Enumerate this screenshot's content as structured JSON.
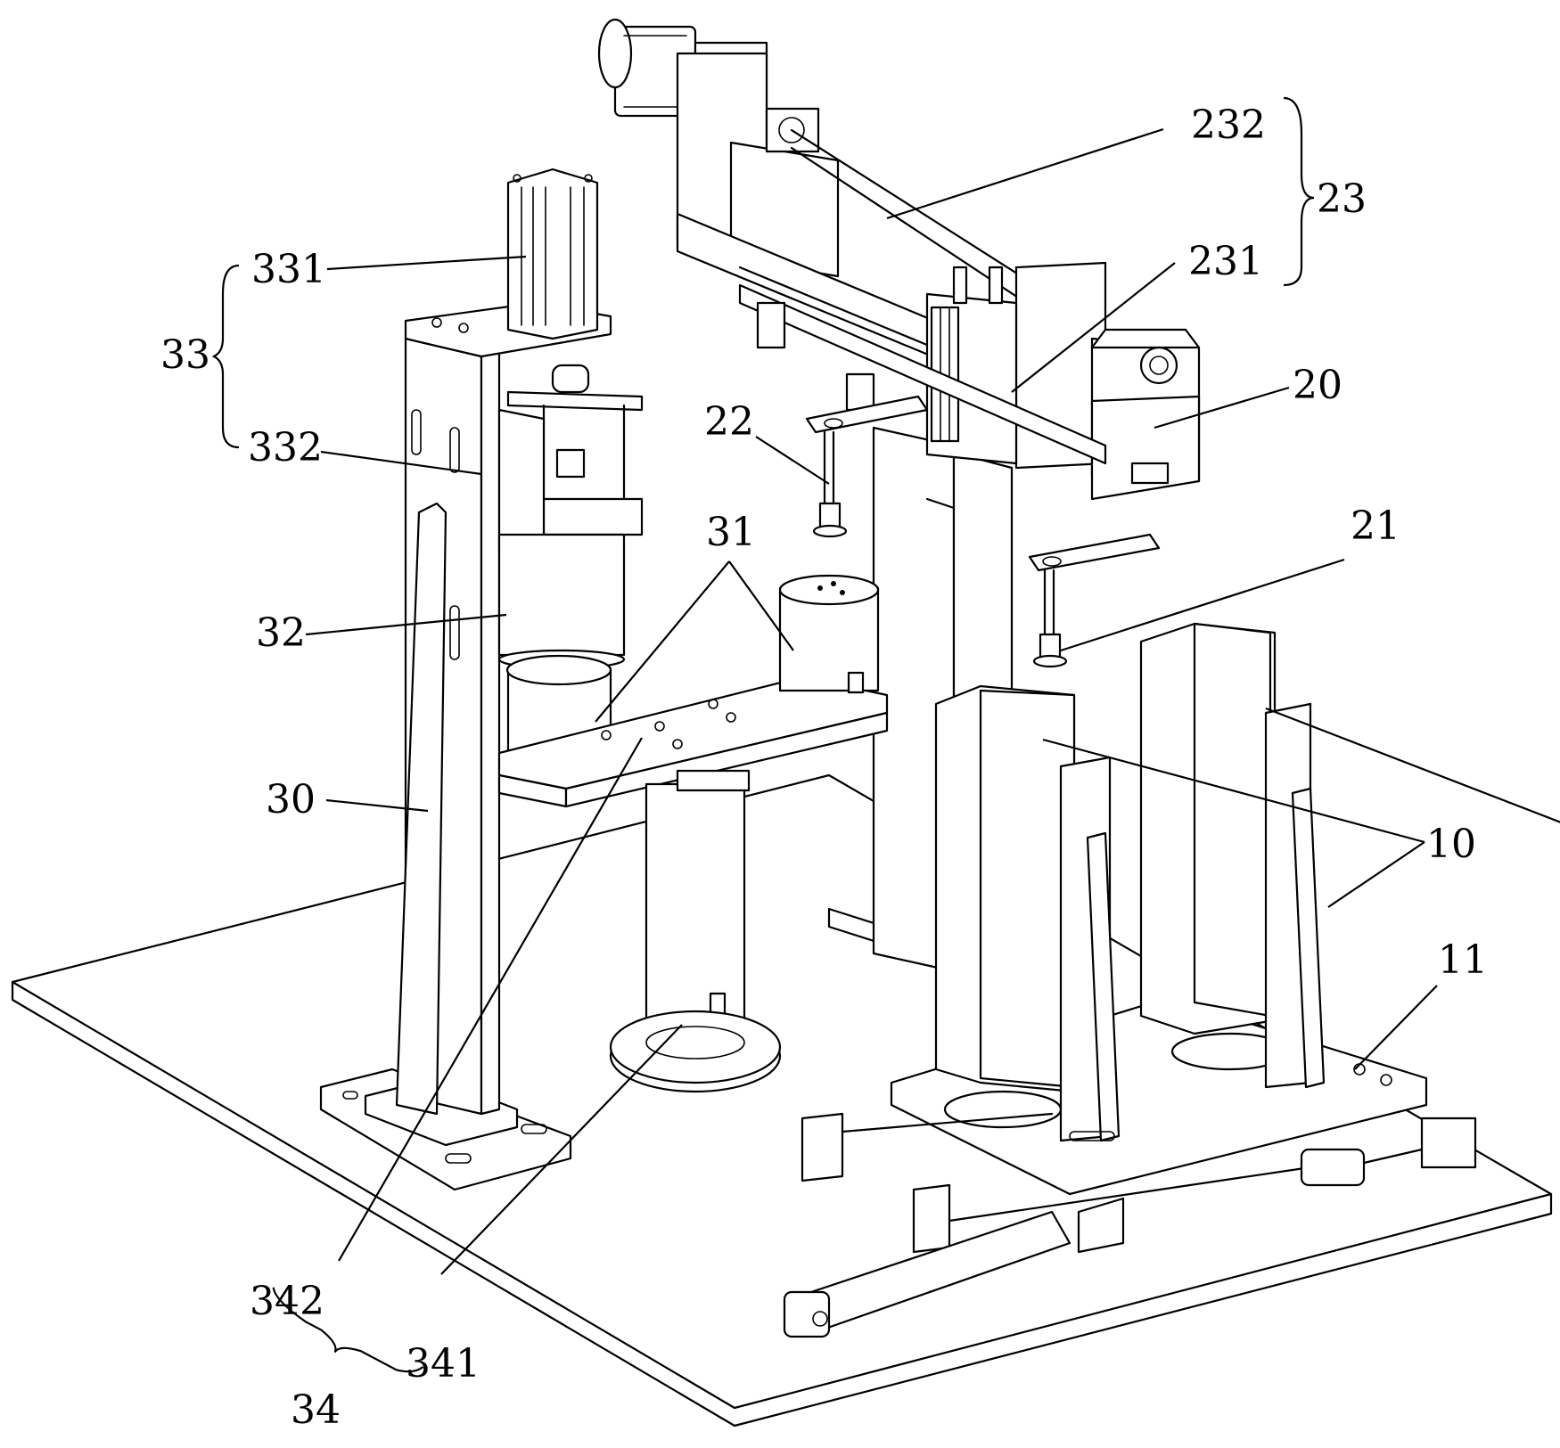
{
  "callouts": {
    "c232": "232",
    "c23": "23",
    "c231": "231",
    "c331": "331",
    "c33": "33",
    "c332": "332",
    "c22": "22",
    "c20": "20",
    "c31": "31",
    "c21": "21",
    "c32": "32",
    "c30": "30",
    "c10": "10",
    "c11": "11",
    "c342": "342",
    "c341": "341",
    "c34": "34"
  }
}
